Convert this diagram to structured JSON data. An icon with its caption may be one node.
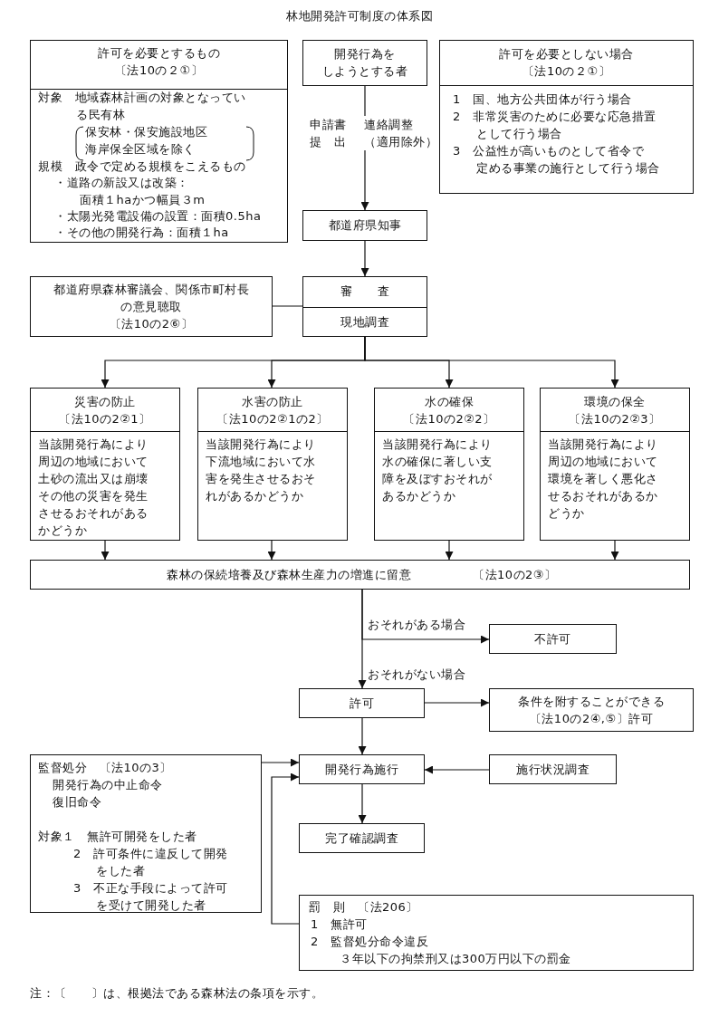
{
  "diagram": {
    "title": "林地開発許可制度の体系図",
    "nodes": [
      {
        "text": [
          "許可を必要とするもの",
          "〔法10の２①〕",
          "対象　地域森林計画の対象となっている民有林",
          "保安林・保安施設地区海岸保全区域を除く",
          "規模　政令で定める規模をこえるもの",
          "・道路の新設又は改築：面積１haかつ幅員３m",
          "・太陽光発電設備の設置：面積0.5ha",
          "・その他の開発行為：面積１ha"
        ]
      },
      {
        "text": [
          "開発行為をしようとする者"
        ]
      },
      {
        "text": [
          "許可を必要としない場合",
          "〔法10の２①〕",
          "1　国、地方公共団体が行う場合",
          "2　非常災害のために必要な応急措置として行う場合",
          "3　公益性が高いものとして省令で定める事業の施行として行う場合"
        ]
      },
      {
        "text": [
          "都道府県知事"
        ]
      },
      {
        "text": [
          "都道府県森林審議会、関係市町村長の意見聴取",
          "〔法10の2⑥〕"
        ]
      },
      {
        "text": [
          "審　　査",
          "現地調査"
        ]
      },
      {
        "text": [
          "災害の防止",
          "〔法10の2②1〕",
          "当該開発行為により周辺の地域において土砂の流出又は崩壊その他の災害を発生させるおそれがあるかどうか"
        ]
      },
      {
        "text": [
          "水害の防止",
          "〔法10の2②1の2〕",
          "当該開発行為により下流地域において水害を発生させるおそれがあるかどうか"
        ]
      },
      {
        "text": [
          "水の確保",
          "〔法10の2②2〕",
          "当該開発行為により水の確保に著しい支障を及ぼすおそれがあるかどうか"
        ]
      },
      {
        "text": [
          "環境の保全",
          "〔法10の2②3〕",
          "当該開発行為により周辺の地域において環境を著しく悪化させるおそれがあるかどうか"
        ]
      },
      {
        "text": [
          "森林の保続培養及び森林生産力の増進に留意",
          "〔法10の2③〕"
        ]
      },
      {
        "text": [
          "不許可"
        ]
      },
      {
        "text": [
          "許可"
        ]
      },
      {
        "text": [
          "条件を附することができる〔法10の2④,⑤〕許可"
        ]
      },
      {
        "text": [
          "監督処分　〔法10の3〕",
          "開発行為の中止命令",
          "復旧命令",
          "対象１　無許可開発をした者",
          "2　許可条件に違反して開発をした者",
          "3　不正な手段によって許可を受けて開発した者"
        ]
      },
      {
        "text": [
          "開発行為施行"
        ]
      },
      {
        "text": [
          "施行状況調査"
        ]
      },
      {
        "text": [
          "完了確認調査"
        ]
      },
      {
        "text": [
          "罰　則　〔法206〕",
          "1　無許可",
          "2　監督処分命令違反",
          "３年以下の拘禁刑又は300万円以下の罰金"
        ]
      }
    ],
    "edges": [
      {
        "from": 1,
        "to": 3,
        "arrow": "to",
        "label": "申請書提　出"
      },
      {
        "from": 3,
        "to": 5,
        "arrow": "to"
      },
      {
        "from": 4,
        "to": 5,
        "arrow": "none"
      },
      {
        "from": 5,
        "to": 6,
        "arrow": "to"
      },
      {
        "from": 5,
        "to": 7,
        "arrow": "to"
      },
      {
        "from": 5,
        "to": 8,
        "arrow": "to"
      },
      {
        "from": 5,
        "to": 9,
        "arrow": "to"
      },
      {
        "from": 6,
        "to": 10,
        "arrow": "to"
      },
      {
        "from": 7,
        "to": 10,
        "arrow": "to"
      },
      {
        "from": 8,
        "to": 10,
        "arrow": "to"
      },
      {
        "from": 9,
        "to": 10,
        "arrow": "to"
      },
      {
        "from": 10,
        "to": 11,
        "arrow": "to",
        "label": "おそれがある場合"
      },
      {
        "from": 10,
        "to": 12,
        "arrow": "to",
        "label": "おそれがない場合"
      },
      {
        "from": 12,
        "to": 13,
        "arrow": "to"
      },
      {
        "from": 12,
        "to": 15,
        "arrow": "to"
      },
      {
        "from": 14,
        "to": 15,
        "arrow": "to"
      },
      {
        "from": 18,
        "to": 15,
        "arrow": "to"
      },
      {
        "from": 16,
        "to": 15,
        "arrow": "to"
      },
      {
        "from": 15,
        "to": 17,
        "arrow": "to"
      }
    ],
    "labels": [
      "連絡調整（適用除外）",
      "注：〔　　〕は、根拠法である森林法の条項を示す。"
    ]
  }
}
